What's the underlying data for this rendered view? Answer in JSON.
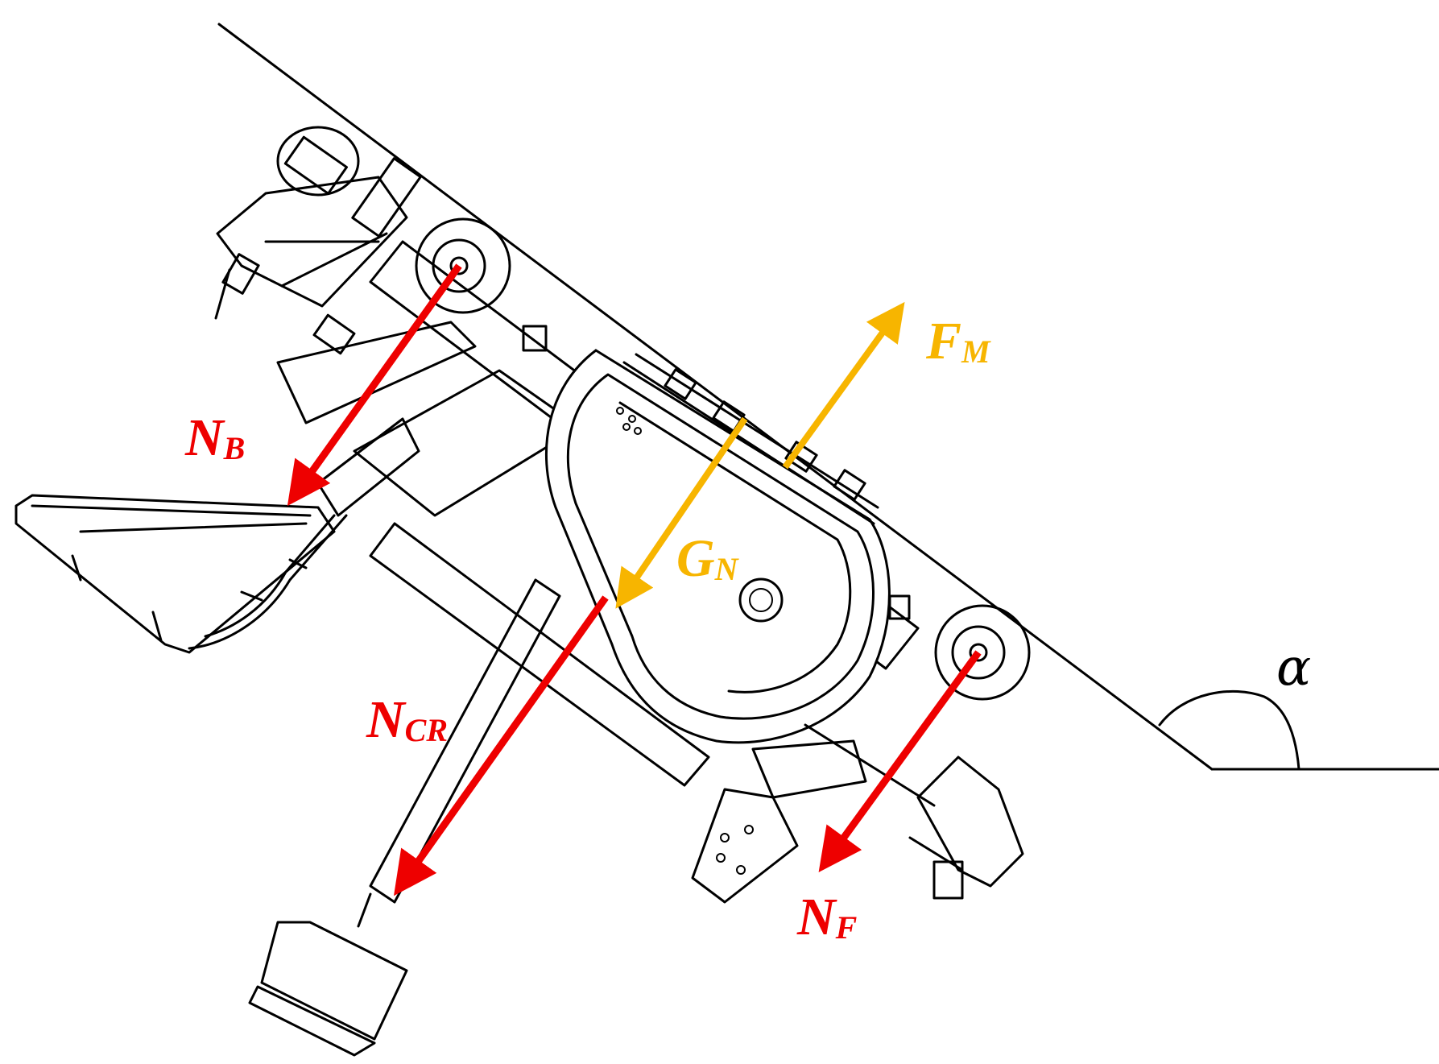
{
  "colors": {
    "force_red": "#ee0000",
    "force_yellow": "#f7b500",
    "ink": "#000000"
  },
  "labels": {
    "N_B": {
      "main": "N",
      "sub": "B"
    },
    "N_CR": {
      "main": "N",
      "sub": "CR"
    },
    "N_F": {
      "main": "N",
      "sub": "F"
    },
    "G_N": {
      "main": "G",
      "sub": "N"
    },
    "F_M": {
      "main": "F",
      "sub": "M"
    },
    "alpha": "α"
  }
}
